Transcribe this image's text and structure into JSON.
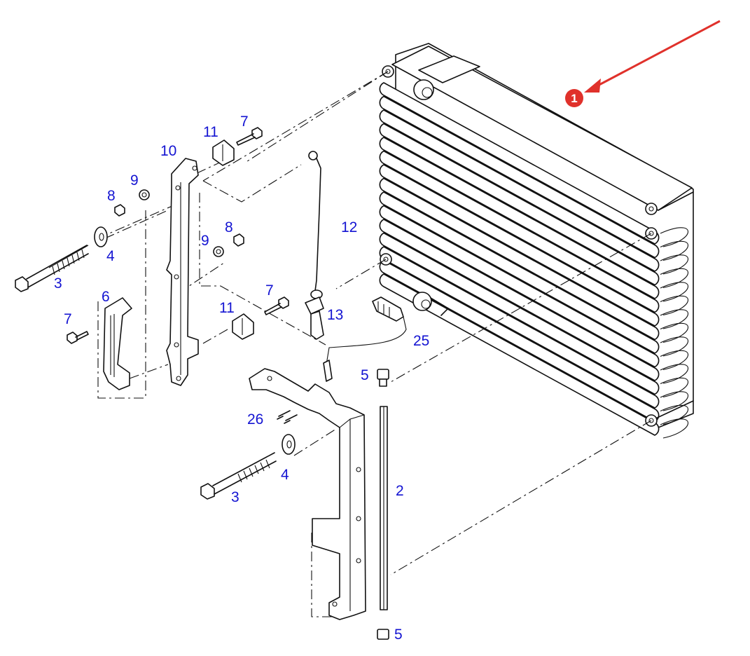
{
  "diagram": {
    "callout_marker": {
      "text": "1",
      "color": "#e0312b"
    },
    "label_color": "#1414d2",
    "labels": {
      "p7_top": "7",
      "p11_top": "11",
      "p10": "10",
      "p9_top": "9",
      "p8_top": "8",
      "p8_mid": "8",
      "p9_mid": "9",
      "p4_top": "4",
      "p3_top": "3",
      "p12": "12",
      "p6": "6",
      "p7_mid": "7",
      "p7_left": "7",
      "p11_mid": "11",
      "p13": "13",
      "p25": "25",
      "p5_top": "5",
      "p26": "26",
      "p4_bot": "4",
      "p3_bot": "3",
      "p2": "2",
      "p5_bot": "5"
    }
  }
}
